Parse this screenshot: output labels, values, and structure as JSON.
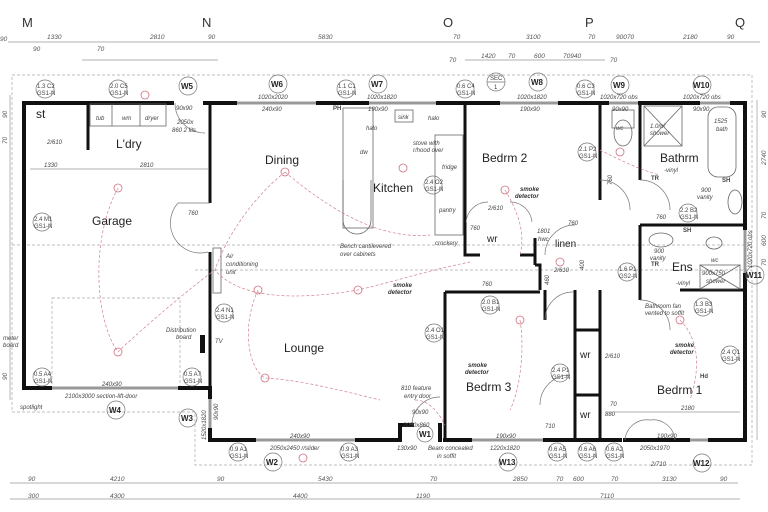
{
  "grid_labels": [
    "M",
    "N",
    "O",
    "P",
    "Q"
  ],
  "dims_top_1": [
    "90",
    "1330",
    "2810",
    "90",
    "5830",
    "70",
    "3100",
    "70",
    "90070",
    "2180",
    "90"
  ],
  "dims_top_1_sub": [
    "90",
    "70"
  ],
  "dims_top_2": [
    "70",
    "1420",
    "70",
    "600",
    "70940",
    "70"
  ],
  "dims_bottom_1": [
    "90",
    "4210",
    "90",
    "5430",
    "70",
    "2850",
    "70",
    "600",
    "70",
    "3130",
    "90"
  ],
  "dims_bottom_2": [
    "300",
    "4300",
    "4400",
    "1190",
    "7110"
  ],
  "dims_right": [
    "90",
    "2740",
    "70",
    "600",
    "70"
  ],
  "dims_left": [
    "90",
    "70",
    "90"
  ],
  "rooms": {
    "store": "st",
    "laundry": "L'dry",
    "garage": "Garage",
    "dining": "Dining",
    "kitchen": "Kitchen",
    "bedroom2": "Bedrm 2",
    "bathroom": "Bathrm",
    "ensuite": "Ens",
    "lounge": "Lounge",
    "bedroom3": "Bedrm 3",
    "bedroom1": "Bedrm 1",
    "wr_bed2": "wr",
    "linen": "linen",
    "wr_hall": "wr",
    "wr_bed3": "wr"
  },
  "windows": {
    "w1": "W1",
    "w2": "W2",
    "w3": "W3",
    "w4": "W4",
    "w5": "W5",
    "w6": "W6",
    "w7": "W7",
    "w8": "W8",
    "w9": "W9",
    "w10": "W10",
    "w11": "W11",
    "w12": "W12",
    "w13": "W13",
    "sec": "SEC",
    "sec_num": "1"
  },
  "window_sizes": {
    "w5_a": "90x90",
    "w5_b": "2050x",
    "w5_c": "860 2 lits",
    "w6_a": "1020x2020",
    "w6_b": "240x90",
    "w7_a": "1020x1820",
    "w7_b": "190x90",
    "w8_a": "1020x1820",
    "w8_b": "190x90",
    "w9_a": "1020x720 obs",
    "w9_b": "90x90",
    "w10_a": "1020x720 obs",
    "w10_b": "90x90",
    "w11": "1020x720 obs",
    "w4_a": "240x90",
    "w4_b": "2100x3000 section-lift-door",
    "w3_a": "1520x1820",
    "w3_b": "90x90",
    "w2_a": "240x90",
    "w2_b": "2050x2450 r/slider",
    "w1_a": "90x90",
    "w1_b": "2050x860",
    "w1_c": "810 feature",
    "w1_d": "entry door",
    "w1_e": "130x90",
    "beam_a": "Beam concealed",
    "beam_b": "in soffit",
    "w13_a": "190x90",
    "w13_b": "1220x1820",
    "w12_a": "190x90",
    "w12_b": "2050x1970",
    "w12_c": "2/710"
  },
  "circuits": [
    {
      "top": "1.3 C2",
      "bottom": "GS1-N"
    },
    {
      "top": "2.0 C5",
      "bottom": "GS1-N"
    },
    {
      "top": "1.1 C1",
      "bottom": "GS1-N"
    },
    {
      "top": "0.6 C4",
      "bottom": "GS1-N"
    },
    {
      "top": "0.6 C3",
      "bottom": "GS1-N"
    },
    {
      "top": "2.4 M1",
      "bottom": "GS1-N"
    },
    {
      "top": "2.4 N1",
      "bottom": "GS1-N"
    },
    {
      "top": "0.5 A4",
      "bottom": "GS1-N"
    },
    {
      "top": "0.5 A7",
      "bottom": "GS1-N"
    },
    {
      "top": "2.4 O2",
      "bottom": "GS1-N"
    },
    {
      "top": "2.1 P2",
      "bottom": "GS1-N"
    },
    {
      "top": "2.2 B2",
      "bottom": "GS1-N"
    },
    {
      "top": "1.6 P1",
      "bottom": "GS2-N"
    },
    {
      "top": "2.4 O1",
      "bottom": "GS1-N"
    },
    {
      "top": "2.0 B1",
      "bottom": "GS1-N"
    },
    {
      "top": "2.4 P1",
      "bottom": "GS1-N"
    },
    {
      "top": "1.3 B3",
      "bottom": "GS1-N"
    },
    {
      "top": "2.4 Q1",
      "bottom": "GS1-N"
    },
    {
      "top": "0.9 A1",
      "bottom": "GS1-N"
    },
    {
      "top": "0.9 A3",
      "bottom": "GS1-N"
    },
    {
      "top": "0.6 A5",
      "bottom": "GS1-N"
    },
    {
      "top": "0.6 A6",
      "bottom": "GS1-N"
    },
    {
      "top": "0.6 A2",
      "bottom": "GS1-N"
    }
  ],
  "notes": {
    "tub": "tub",
    "wm": "wm",
    "dryer": "dryer",
    "store_door": "2/610",
    "laundry_w": "1330",
    "laundry_w2": "2810",
    "garage_door": "760",
    "ac_1": "Air",
    "ac_2": "conditioning",
    "ac_3": "unit",
    "dist_1": "Distribution",
    "dist_2": "board",
    "tv": "TV",
    "meter_1": "meter",
    "meter_2": "board",
    "spotlight": "spotlight",
    "bench_1": "Bench cantilevered",
    "bench_2": "over cabinets",
    "smoke_1": "smoke",
    "smoke_2": "detector",
    "stove_1": "stove with",
    "stove_2": "r/hood over",
    "fridge": "fridge",
    "pantry": "pantry",
    "crockery": "crockery",
    "sink": "sink",
    "dw": "dw",
    "halo": "halo",
    "ph": "PH",
    "wr_door": "2/610",
    "hwc_1": "1801",
    "hwc_2": "hwc",
    "linen_door": "2/610",
    "d760_a": "760",
    "d760_b": "760",
    "d760_c": "760",
    "d760_d": "760",
    "d760_e": "760",
    "wc": "wc",
    "shower_1": "1.0m²",
    "shower_2": "shower",
    "bath_1": "1525",
    "bath_2": "bath",
    "vinyl": "-vinyl",
    "tr": "TR",
    "sh": "SH",
    "vanity_1": "900",
    "vanity_2": "vanity",
    "ens_shower_1": "900x750",
    "ens_shower_2": "shower",
    "fan_1": "Bathroom fan",
    "fan_2": "vented to soffit",
    "wr_door_hall": "2/610",
    "d710": "710",
    "d460": "460",
    "d400": "400",
    "bed1_70": "70",
    "bed1_880": "880",
    "bed1_2180": "2180",
    "hd": "Hd"
  }
}
